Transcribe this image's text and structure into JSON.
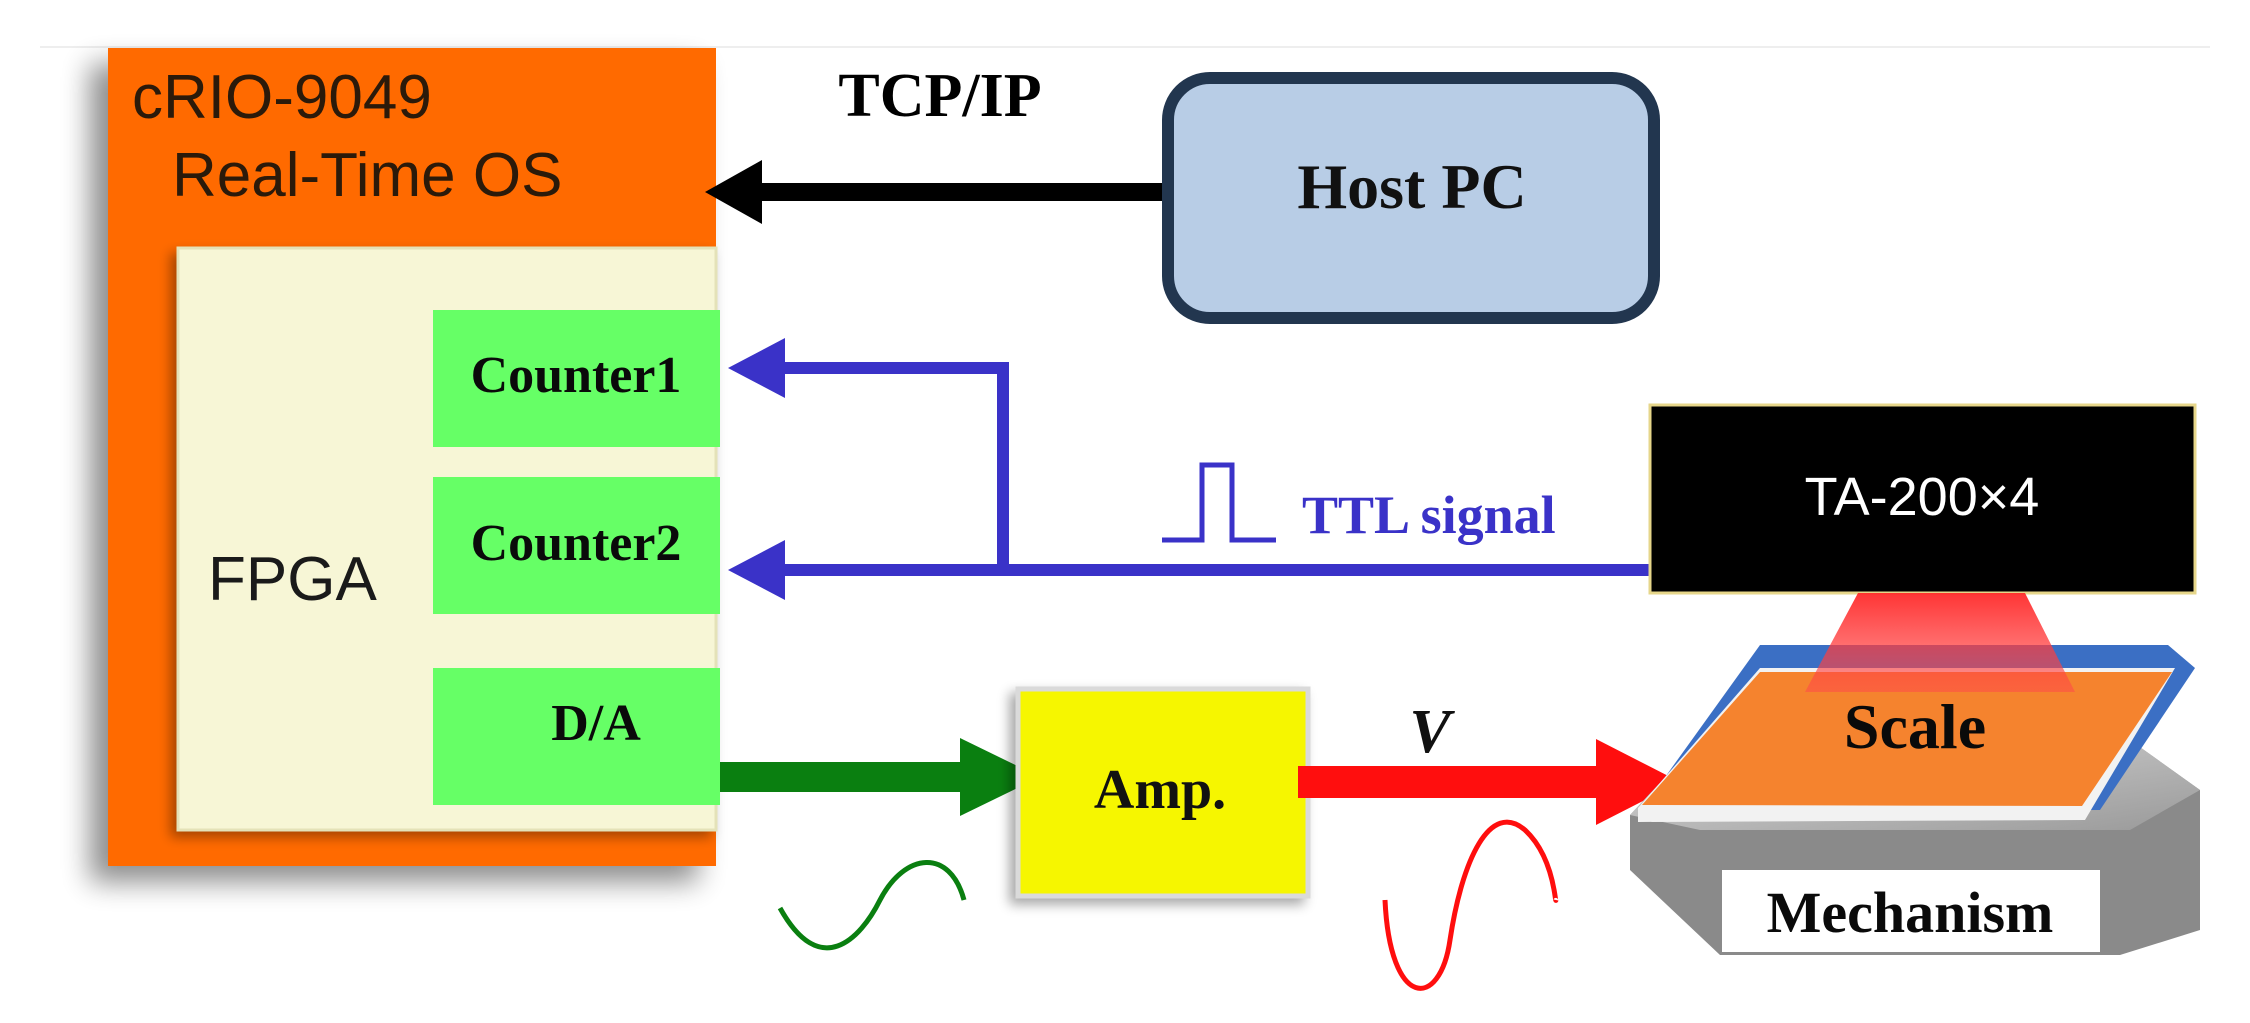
{
  "crio": {
    "title_line1": "cRIO-9049",
    "title_line2": "Real-Time OS",
    "color": "#ff6a00"
  },
  "fpga": {
    "label": "FPGA",
    "color": "#f7f6d6"
  },
  "modules": {
    "counter1": "Counter1",
    "counter2": "Counter2",
    "da": "D/A",
    "color": "#66ff66"
  },
  "host_pc": {
    "label": "Host PC",
    "fill": "#b8cde6",
    "border": "#22364f"
  },
  "links": {
    "tcpip": "TCP/IP",
    "ttl": "TTL signal",
    "voltage": "V"
  },
  "sensor": {
    "label": "TA-200×4",
    "color": "#000000"
  },
  "amp": {
    "label": "Amp.",
    "color": "#f6f600"
  },
  "stage": {
    "scale": "Scale",
    "mechanism": "Mechanism",
    "scale_color": "#f5832e",
    "plate_color": "#3b6fc4"
  },
  "colors": {
    "ttl_line": "#3a32c8",
    "da_arrow": "#0a7f10",
    "amp_arrow": "#ff0e0e",
    "tcp_arrow": "#000000"
  }
}
